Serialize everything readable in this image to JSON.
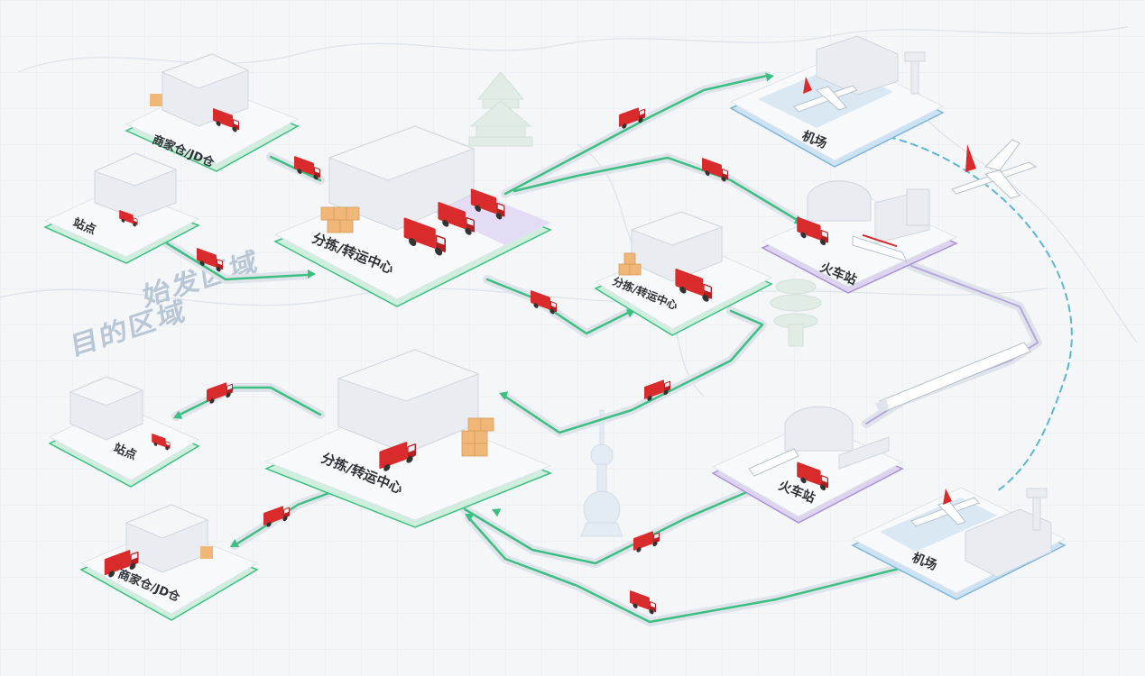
{
  "regions": {
    "origin": "始发区域",
    "destination": "目的区域"
  },
  "nodes": {
    "merchant_warehouse_top": "商家仓/JD仓",
    "station_top": "站点",
    "sorting_center_top": "分拣/转运中心",
    "sorting_center_mid": "分拣/转运中心",
    "airport_top": "机场",
    "railway_top": "火车站",
    "station_bottom": "站点",
    "sorting_center_bottom": "分拣/转运中心",
    "merchant_warehouse_bottom": "商家仓/JD仓",
    "railway_bottom": "火车站",
    "airport_bottom": "机场"
  },
  "colors": {
    "route_green": "#3dbf83",
    "truck_red": "#d92b2b",
    "platform_white": "#f7f9fb",
    "green_base": "#cfeedd",
    "blue_base": "#cde3f3",
    "purple_base": "#ddd4f0",
    "flight_path": "#5ab8d6",
    "label_text": "#2e3238"
  },
  "icons": [
    "truck-icon",
    "warehouse-icon",
    "airplane-icon",
    "train-icon",
    "landmark-icon"
  ]
}
